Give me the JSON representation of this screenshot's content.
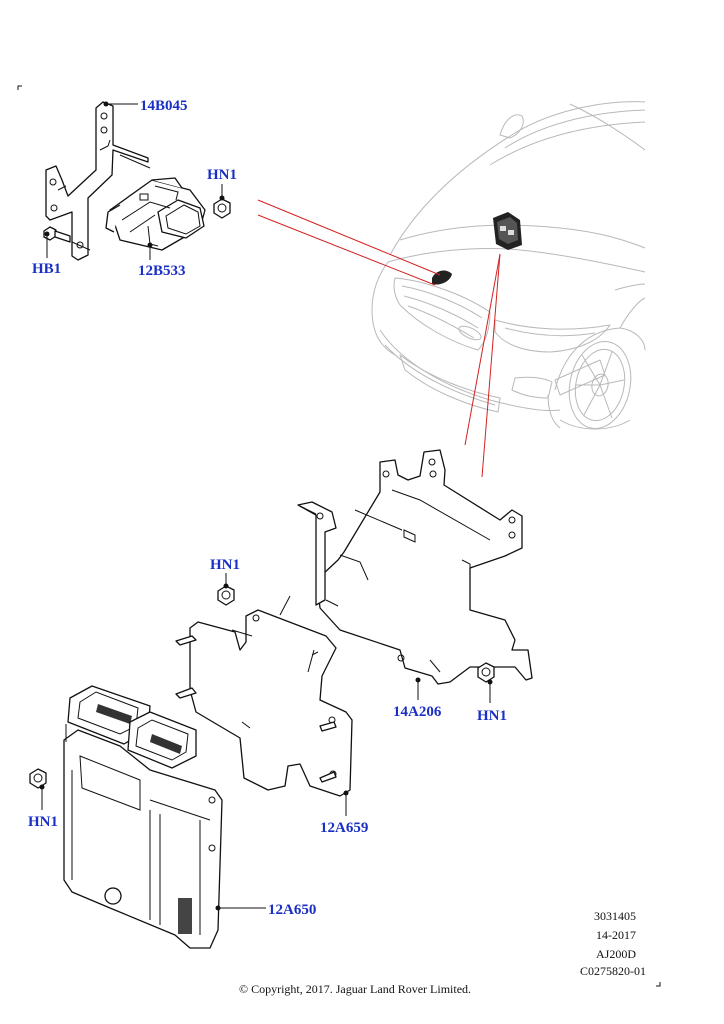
{
  "callouts": {
    "bracket_upper": "14B045",
    "module_small": "12B533",
    "bolt": "HB1",
    "nut_upper": "HN1",
    "nut_middle": "HN1",
    "bracket_large": "14A206",
    "nut_right": "HN1",
    "bracket_ecu": "12A659",
    "nut_left": "HN1",
    "ecu": "12A650"
  },
  "meta": {
    "line1": "3031405",
    "line2": "14-2017",
    "line3": "AJ200D",
    "line4": "C0275820-01"
  },
  "copyright": "© Copyright, 2017. Jaguar Land Rover Limited."
}
